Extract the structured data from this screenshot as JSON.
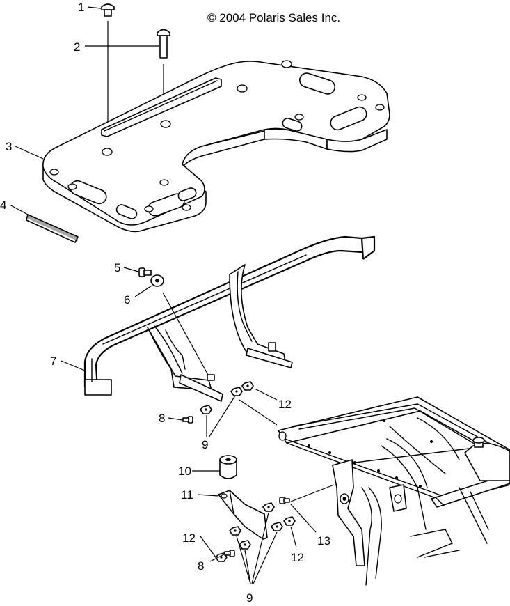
{
  "copyright": "© 2004 Polaris Sales Inc.",
  "callouts": {
    "c1": "1",
    "c2": "2",
    "c3": "3",
    "c4": "4",
    "c5": "5",
    "c6": "6",
    "c7": "7",
    "c8a": "8",
    "c8b": "8",
    "c9a": "9",
    "c9b": "9",
    "c10": "10",
    "c11": "11",
    "c12a": "12",
    "c12b": "12",
    "c12c": "12",
    "c13": "13"
  }
}
